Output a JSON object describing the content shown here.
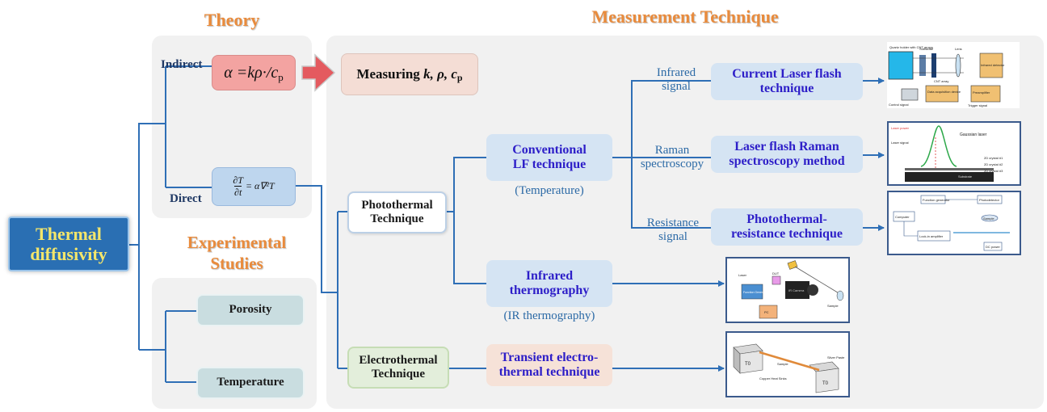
{
  "titles": {
    "theory": "Theory",
    "measurement": "Measurement Technique",
    "experimental": "Experimental Studies"
  },
  "root": {
    "label": "Thermal diffusivity"
  },
  "theory": {
    "indirect_label": "Indirect",
    "indirect_formula": "α =kρ·/cp",
    "direct_label": "Direct",
    "direct_formula": "∂T/∂t = α∇²T"
  },
  "measuring_box": "Measuring k, ρ, cp",
  "experimental": {
    "items": [
      "Porosity",
      "Temperature"
    ]
  },
  "photothermal": {
    "label": "Photothermal Technique",
    "conventional": {
      "label": "Conventional LF technique",
      "sub": "(Temperature)"
    },
    "infrared": {
      "label": "Infrared thermography",
      "sub": "(IR thermography)"
    }
  },
  "electrothermal": {
    "label": "Electrothermal Technique",
    "transient": "Transient electro-thermal technique"
  },
  "signals": [
    {
      "signal": "Infrared signal",
      "technique": "Current Laser flash technique"
    },
    {
      "signal": "Raman spectroscopy",
      "technique": "Laser flash Raman spectroscopy method"
    },
    {
      "signal": "Resistance signal",
      "technique": "Photothermal-resistance technique"
    }
  ],
  "thumb_text": {
    "lfa": [
      "Quartz holder with CNT arrays",
      "Substrate",
      "Lens",
      "Infrared detector",
      "CNT array",
      "Data acquisition device",
      "Preamplifier",
      "Control signal",
      "Trigger signal"
    ],
    "raman": [
      "Laser power",
      "Laser signal",
      "Gaussian laser",
      "2D crystal #1",
      "2D crystal #2",
      "2D crystal #3",
      "Substrate"
    ],
    "pr": [
      "Function generator",
      "Photodetector",
      "Computer",
      "Lock-in amplifier",
      "Sample",
      "DC power"
    ],
    "ir": [
      "Laser",
      "Function Generator",
      "DUT",
      "IR Camera",
      "Sample",
      "PC"
    ],
    "tet": [
      "T0",
      "T0",
      "Sample",
      "Silver Paste",
      "Copper Heat Sinks"
    ]
  },
  "colors": {
    "title_orange": "#e98b3c",
    "connector_blue": "#2f6fb6",
    "tech_text": "#2d1ec8",
    "root_bg": "#2a6fb3",
    "root_text": "#f4e66a"
  }
}
